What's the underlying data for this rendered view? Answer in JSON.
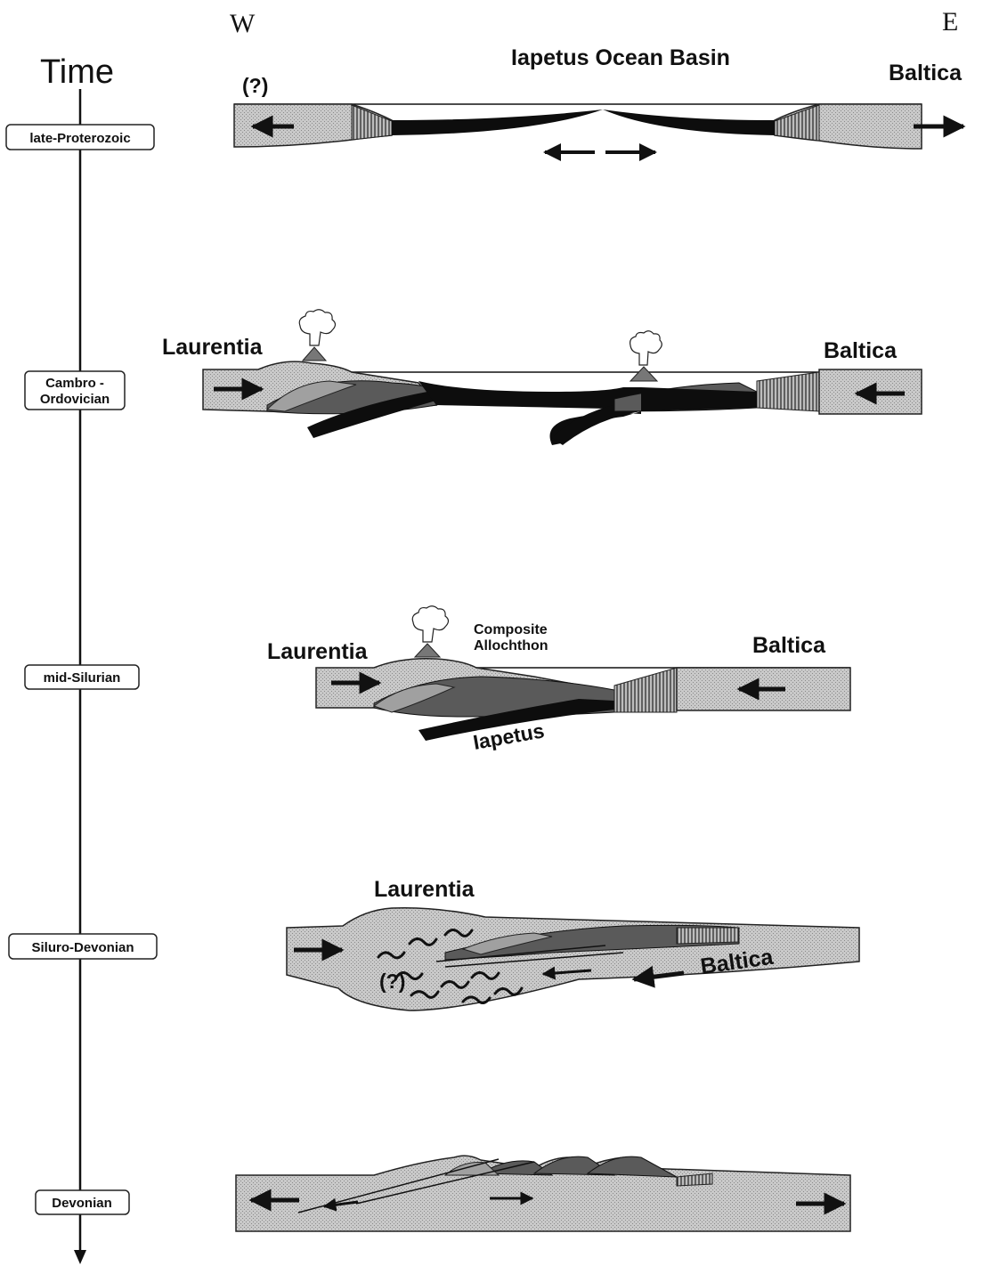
{
  "header": {
    "west": "W",
    "east": "E",
    "time_title": "Time"
  },
  "stages": [
    {
      "label": "late-Proterozoic"
    },
    {
      "label_lines": [
        "Cambro -",
        "Ordovician"
      ]
    },
    {
      "label": "mid-Silurian"
    },
    {
      "label": "Siluro-Devonian"
    },
    {
      "label": "Devonian"
    }
  ],
  "panel1": {
    "title": "Iapetus Ocean Basin",
    "query": "(?)",
    "baltica": "Baltica"
  },
  "panel2": {
    "laurentia": "Laurentia",
    "baltica": "Baltica"
  },
  "panel3": {
    "laurentia": "Laurentia",
    "baltica": "Baltica",
    "composite_lines": [
      "Composite",
      "Allochthon"
    ],
    "iapetus": "Iapetus"
  },
  "panel4": {
    "laurentia": "Laurentia",
    "baltica": "Baltica",
    "query": "(?)"
  }
}
